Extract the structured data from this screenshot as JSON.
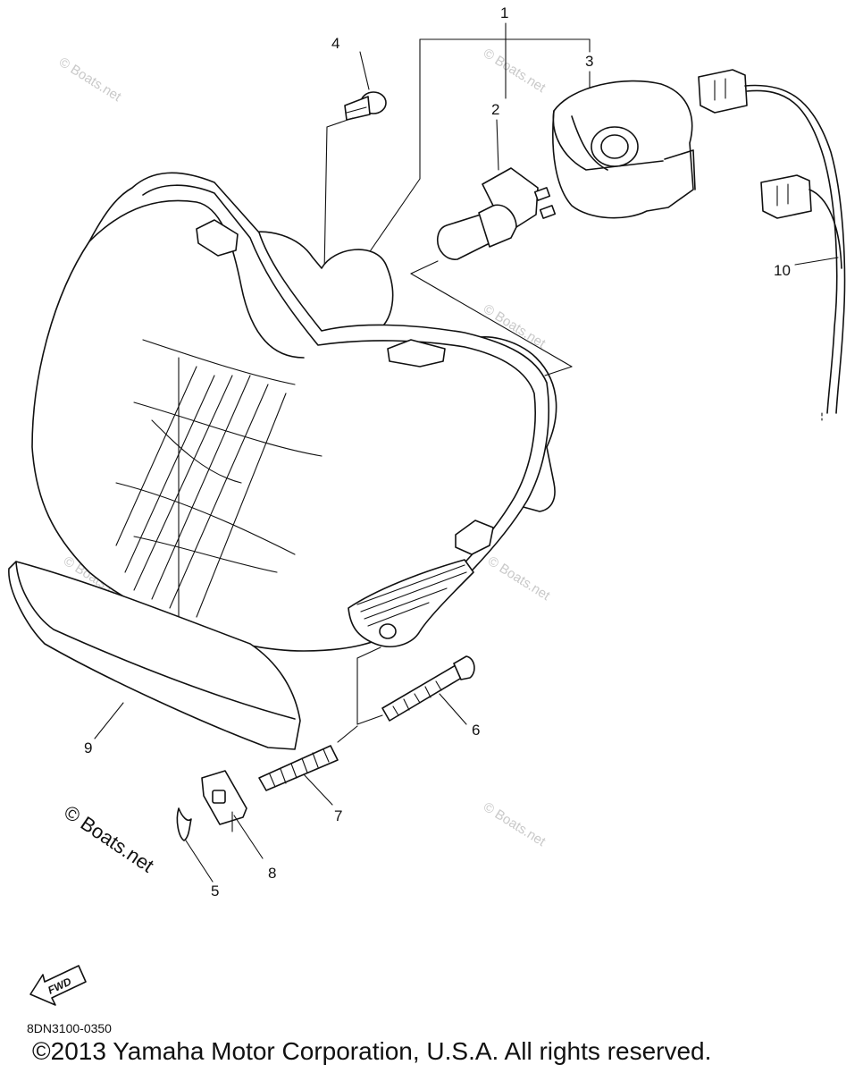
{
  "callouts": {
    "c1": "1",
    "c2": "2",
    "c3": "3",
    "c4": "4",
    "c5": "5",
    "c6": "6",
    "c7": "7",
    "c8": "8",
    "c9": "9",
    "c10": "10"
  },
  "watermark": {
    "small": "© Boats.net",
    "large": "© Boats.net"
  },
  "fwd_label": "FWD",
  "diagram_code": "8DN3100-0350",
  "copyright": "©2013 Yamaha Motor Corporation, U.S.A. All rights reserved."
}
